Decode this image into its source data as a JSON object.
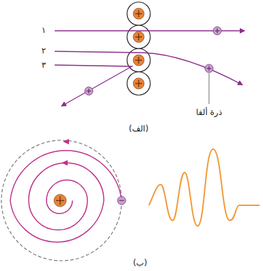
{
  "diagram": {
    "labels": [
      "۱",
      "۲",
      "۳",
      "ذرة ألفا",
      "(الف)",
      "(ب)"
    ]
  }
}
